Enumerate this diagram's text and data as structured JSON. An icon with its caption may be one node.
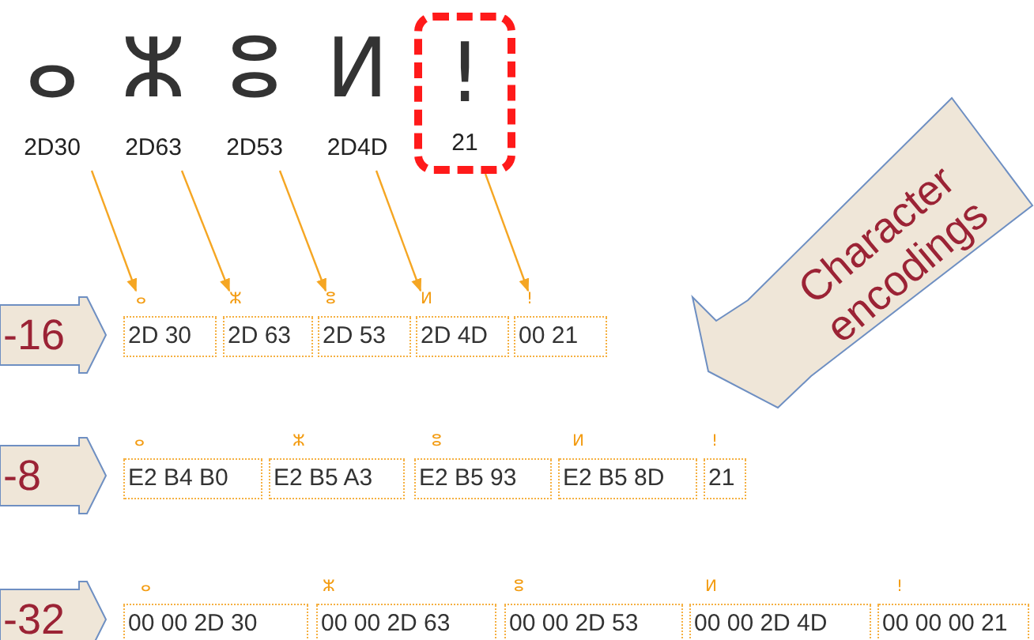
{
  "diagram": {
    "nodes": [
      {
        "text": [
          "ⴰ",
          "2D30"
        ]
      },
      {
        "text": [
          "ⵣ",
          "2D63"
        ]
      },
      {
        "text": [
          "ⵓ",
          "2D53"
        ]
      },
      {
        "text": [
          "ⵍ",
          "2D4D"
        ]
      },
      {
        "text": [
          "!",
          "21"
        ]
      },
      {
        "text": [
          "Character encodings"
        ]
      },
      {
        "text": [
          "-16"
        ]
      },
      {
        "text": [
          "ⴰ",
          "2D 30"
        ]
      },
      {
        "text": [
          "ⵣ",
          "2D 63"
        ]
      },
      {
        "text": [
          "ⵓ",
          "2D 53"
        ]
      },
      {
        "text": [
          "ⵍ",
          "2D 4D"
        ]
      },
      {
        "text": [
          "!",
          "00 21"
        ]
      },
      {
        "text": [
          "-8"
        ]
      },
      {
        "text": [
          "ⴰ",
          "E2 B4 B0"
        ]
      },
      {
        "text": [
          "ⵣ",
          "E2 B5 A3"
        ]
      },
      {
        "text": [
          "ⵓ",
          "E2 B5 93"
        ]
      },
      {
        "text": [
          "ⵍ",
          "E2 B5 8D"
        ]
      },
      {
        "text": [
          "!",
          "21"
        ]
      },
      {
        "text": [
          "-32"
        ]
      },
      {
        "text": [
          "ⴰ",
          "00 00 2D 30"
        ]
      },
      {
        "text": [
          "ⵣ",
          "00 00 2D 63"
        ]
      },
      {
        "text": [
          "ⵓ",
          "00 00 2D 53"
        ]
      },
      {
        "text": [
          "ⵍ",
          "00 00 2D 4D"
        ]
      },
      {
        "text": [
          "!",
          "00 00 00 21"
        ]
      }
    ],
    "edges": [
      {
        "from": 0,
        "to": 7,
        "arrow": "to"
      },
      {
        "from": 1,
        "to": 8,
        "arrow": "to"
      },
      {
        "from": 2,
        "to": 9,
        "arrow": "to"
      },
      {
        "from": 3,
        "to": 10,
        "arrow": "to"
      },
      {
        "from": 4,
        "to": 11,
        "arrow": "to"
      }
    ]
  }
}
